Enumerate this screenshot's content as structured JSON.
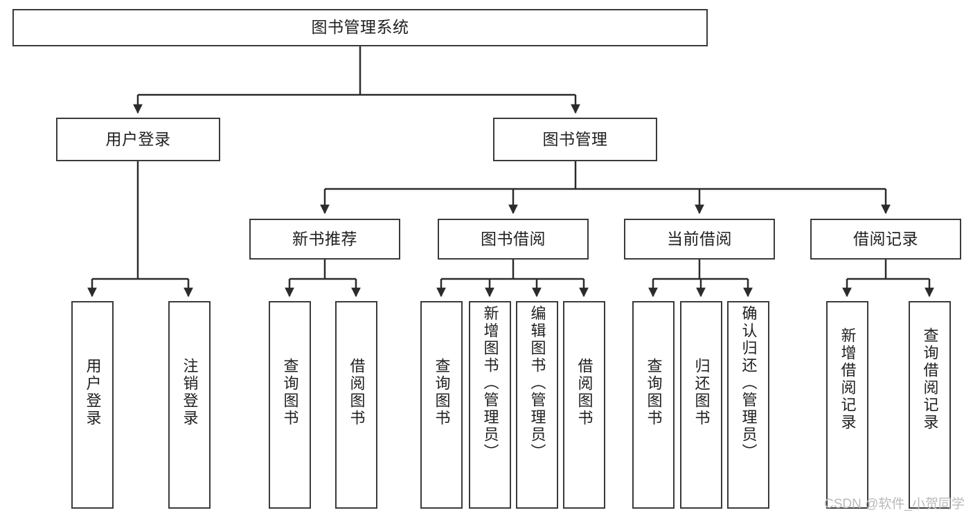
{
  "diagram": {
    "type": "tree-hierarchy-diagram",
    "title": "图书管理系统",
    "orientation": "top-down",
    "colors": {
      "box_border": "#3a3a3a",
      "box_fill": "#ffffff",
      "connector": "#2b2b2b",
      "text": "#1f1f1f",
      "watermark": "#b9b9b9",
      "background": "#ffffff"
    },
    "levels": [
      {
        "level": 1,
        "nodes": [
          {
            "id": "root",
            "label": "图书管理系统",
            "orientation": "horizontal"
          }
        ]
      },
      {
        "level": 2,
        "nodes": [
          {
            "id": "user-login",
            "label": "用户登录",
            "orientation": "horizontal",
            "parent": "root"
          },
          {
            "id": "book-manage",
            "label": "图书管理",
            "orientation": "horizontal",
            "parent": "root"
          }
        ]
      },
      {
        "level": 3,
        "nodes": [
          {
            "id": "new-book-rec",
            "label": "新书推荐",
            "orientation": "horizontal",
            "parent": "book-manage"
          },
          {
            "id": "book-borrow",
            "label": "图书借阅",
            "orientation": "horizontal",
            "parent": "book-manage"
          },
          {
            "id": "current-borrow",
            "label": "当前借阅",
            "orientation": "horizontal",
            "parent": "book-manage"
          },
          {
            "id": "borrow-record",
            "label": "借阅记录",
            "orientation": "horizontal",
            "parent": "book-manage"
          }
        ]
      },
      {
        "level": 4,
        "nodes": [
          {
            "id": "leaf-user-login",
            "label": "用户登录",
            "orientation": "vertical",
            "parent": "user-login"
          },
          {
            "id": "leaf-logout",
            "label": "注销登录",
            "orientation": "vertical",
            "parent": "user-login"
          },
          {
            "id": "leaf-query-book-1",
            "label": "查询图书",
            "orientation": "vertical",
            "parent": "new-book-rec"
          },
          {
            "id": "leaf-borrow-book-1",
            "label": "借阅图书",
            "orientation": "vertical",
            "parent": "new-book-rec"
          },
          {
            "id": "leaf-query-book-2",
            "label": "查询图书",
            "orientation": "vertical",
            "parent": "book-borrow"
          },
          {
            "id": "leaf-add-book",
            "label": "新增图书（管理员）",
            "orientation": "vertical",
            "parent": "book-borrow"
          },
          {
            "id": "leaf-edit-book",
            "label": "编辑图书（管理员）",
            "orientation": "vertical",
            "parent": "book-borrow"
          },
          {
            "id": "leaf-borrow-book-2",
            "label": "借阅图书",
            "orientation": "vertical",
            "parent": "book-borrow"
          },
          {
            "id": "leaf-query-book-3",
            "label": "查询图书",
            "orientation": "vertical",
            "parent": "current-borrow"
          },
          {
            "id": "leaf-return-book",
            "label": "归还图书",
            "orientation": "vertical",
            "parent": "current-borrow"
          },
          {
            "id": "leaf-confirm-return",
            "label": "确认归还（管理员）",
            "orientation": "vertical",
            "parent": "current-borrow"
          },
          {
            "id": "leaf-add-record",
            "label": "新增借阅记录",
            "orientation": "vertical",
            "parent": "borrow-record"
          },
          {
            "id": "leaf-query-record",
            "label": "查询借阅记录",
            "orientation": "vertical",
            "parent": "borrow-record"
          }
        ]
      }
    ]
  },
  "watermark": {
    "text": "CSDN @软件_小贺同学"
  }
}
